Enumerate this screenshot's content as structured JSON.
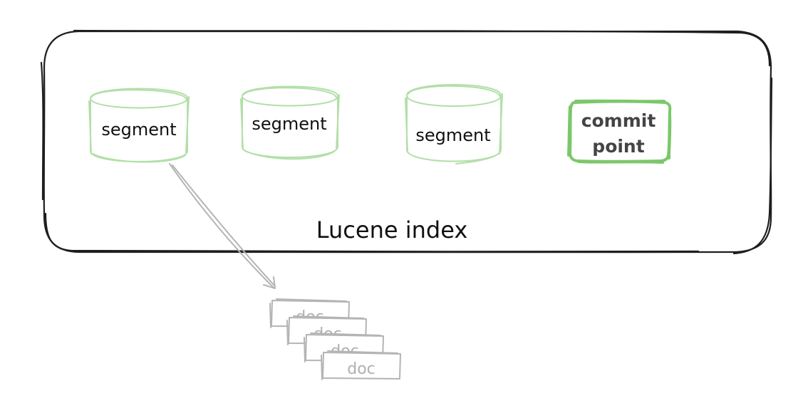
{
  "diagram": {
    "container_label": "Lucene index",
    "segments": [
      {
        "label": "segment"
      },
      {
        "label": "segment"
      },
      {
        "label": "segment"
      }
    ],
    "commit_point": {
      "line1": "commit",
      "line2": "point"
    },
    "docs": [
      {
        "label": "doc"
      },
      {
        "label": "doc"
      },
      {
        "label": "doc"
      },
      {
        "label": "doc"
      }
    ]
  },
  "colors": {
    "container_stroke": "#1e1e1e",
    "segment_stroke": "#b2dfa8",
    "commit_stroke": "#7cc76b",
    "doc_stroke": "#b4b4b4",
    "arrow_stroke": "#b4b4b4"
  }
}
